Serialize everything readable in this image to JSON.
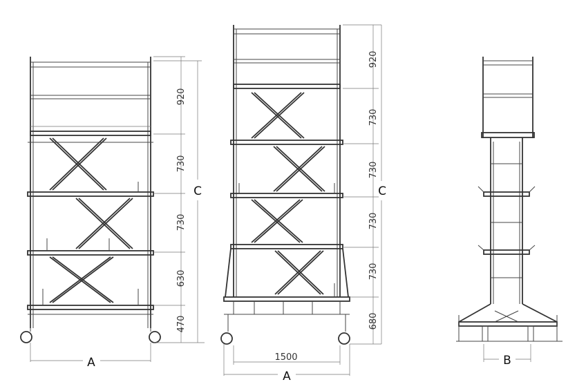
{
  "scaffold_left": {
    "heights": [
      "920",
      "730",
      "730",
      "630",
      "470"
    ],
    "overall_label": "C",
    "width_label": "A"
  },
  "scaffold_middle": {
    "heights": [
      "920",
      "730",
      "730",
      "730",
      "730",
      "680"
    ],
    "overall_label": "C",
    "base_width": "1500",
    "width_label": "A"
  },
  "scaffold_right": {
    "width_label": "B"
  }
}
